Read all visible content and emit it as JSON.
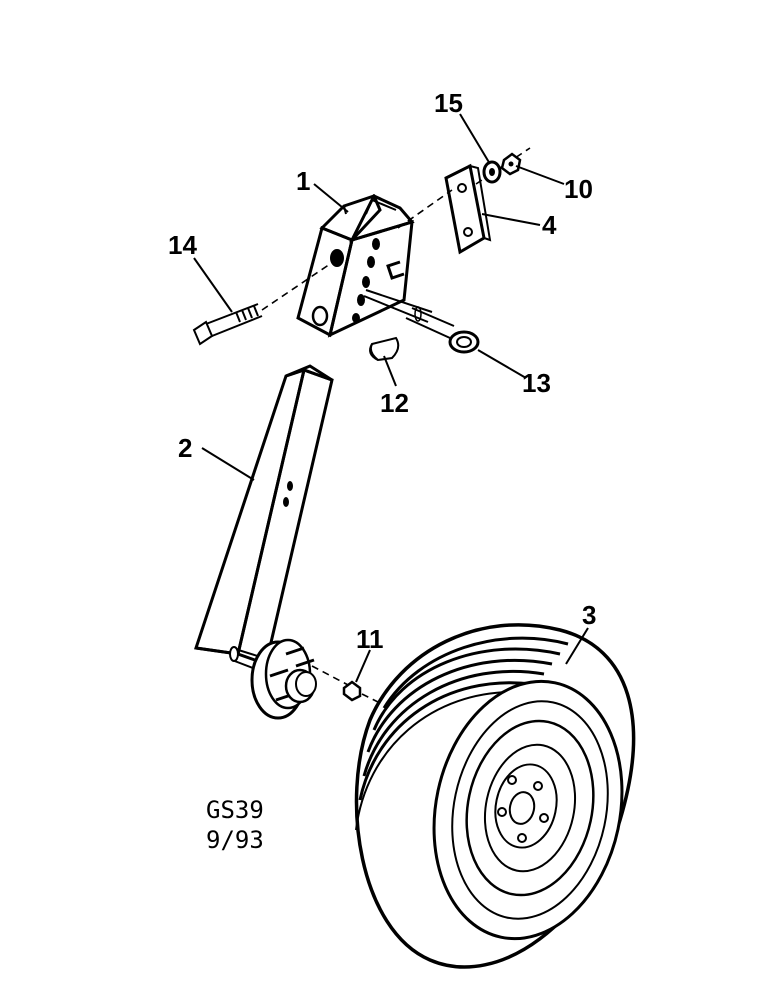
{
  "diagram": {
    "callouts": [
      {
        "id": "1",
        "label": "1"
      },
      {
        "id": "2",
        "label": "2"
      },
      {
        "id": "3",
        "label": "3"
      },
      {
        "id": "4",
        "label": "4"
      },
      {
        "id": "10",
        "label": "10"
      },
      {
        "id": "11",
        "label": "11"
      },
      {
        "id": "12",
        "label": "12"
      },
      {
        "id": "13",
        "label": "13"
      },
      {
        "id": "14",
        "label": "14"
      },
      {
        "id": "15",
        "label": "15"
      }
    ],
    "drawing_number": "GS39",
    "drawing_date": "9/93"
  }
}
